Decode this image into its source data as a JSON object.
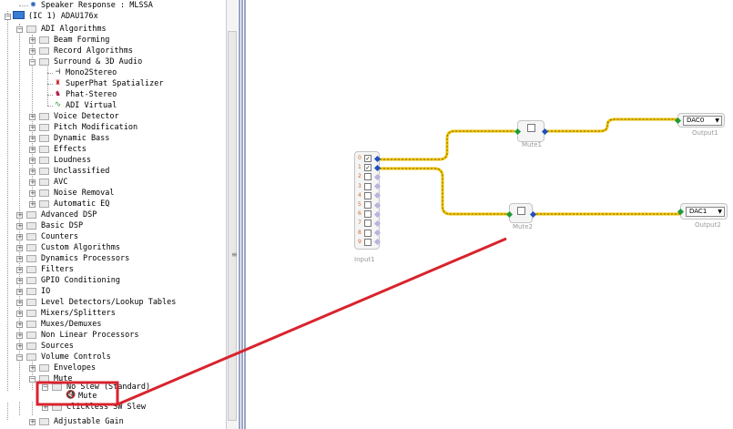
{
  "tree": {
    "speaker_response": "Speaker Response : MLSSA",
    "ic": "(IC 1) ADAU176x",
    "adi_algorithms": "ADI Algorithms",
    "beam_forming": "Beam Forming",
    "record_algorithms": "Record Algorithms",
    "surround": "Surround & 3D Audio",
    "mono2stereo": "Mono2Stereo",
    "superphat": "SuperPhat Spatializer",
    "phat_stereo": "Phat-Stereo",
    "adi_virtual": "ADI Virtual",
    "voice_detector": "Voice Detector",
    "pitch_modification": "Pitch Modification",
    "dynamic_bass": "Dynamic Bass",
    "effects": "Effects",
    "loudness": "Loudness",
    "unclassified": "Unclassified",
    "avc": "AVC",
    "noise_removal": "Noise Removal",
    "automatic_eq": "Automatic EQ",
    "advanced_dsp": "Advanced DSP",
    "basic_dsp": "Basic DSP",
    "counters": "Counters",
    "custom_algorithms": "Custom Algorithms",
    "dynamics_processors": "Dynamics Processors",
    "filters": "Filters",
    "gpio_conditioning": "GPIO Conditioning",
    "io": "IO",
    "level_detectors": "Level Detectors/Lookup Tables",
    "mixers_splitters": "Mixers/Splitters",
    "muxes_demuxes": "Muxes/Demuxes",
    "non_linear": "Non Linear Processors",
    "sources": "Sources",
    "volume_controls": "Volume Controls",
    "envelopes": "Envelopes",
    "mute": "Mute",
    "no_slew": "No Slew (Standard)",
    "mute_leaf": "Mute",
    "clickless": "Clickless SW Slew",
    "adjustable": "Adjustable Gain"
  },
  "canvas": {
    "input_caption": "Input1",
    "input_channels": [
      "0",
      "1",
      "2",
      "3",
      "4",
      "5",
      "6",
      "7",
      "8",
      "9"
    ],
    "input_checked": [
      true,
      true,
      false,
      false,
      false,
      false,
      false,
      false,
      false,
      false
    ],
    "mute1_caption": "Mute1",
    "mute2_caption": "Mute2",
    "output1_caption": "Output1",
    "output2_caption": "Output2",
    "dac0": "DAC0",
    "dac1": "DAC1"
  },
  "colors": {
    "wire": "#f2c200",
    "annotation": "#d9232d",
    "pin_out": "#1f4fbf",
    "pin_in": "#1f9a3a",
    "pin_unused": "#b9b4dc"
  },
  "icons": {
    "tree_folder": "folder-icon",
    "algorithm": "algorithm-icon",
    "dropdown": "chevron-down-icon",
    "grip": "splitter-grip-icon"
  }
}
